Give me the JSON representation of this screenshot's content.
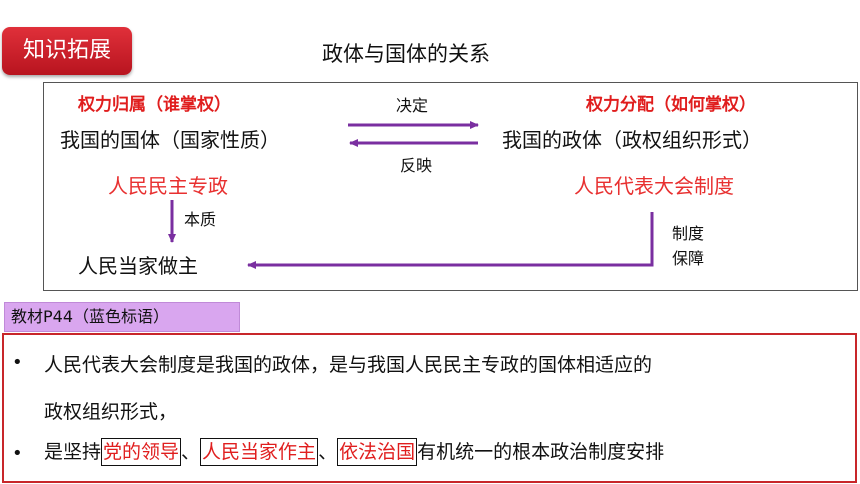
{
  "tag": "知识拓展",
  "title": "政体与国体的关系",
  "diagram": {
    "left_heading": "权力归属（谁掌权）",
    "right_heading": "权力分配（如何掌权）",
    "left_main": "我国的国体（国家性质）",
    "right_main": "我国的政体（政权组织形式）",
    "arrow_top_label": "决定",
    "arrow_bottom_label": "反映",
    "left_sub": "人民民主专政",
    "right_sub": "人民代表大会制度",
    "down_label": "本质",
    "side_label_1": "制度",
    "side_label_2": "保障",
    "bottom": "人民当家做主"
  },
  "source_tag": "教材P44（蓝色标语）",
  "notes": {
    "bullet": "•",
    "line1": "人民代表大会制度是我国的政体，是与我国人民民主专政的国体相适应的",
    "line2": "政权组织形式，",
    "line3_prefix": "是坚持",
    "kw1": "党的领导",
    "sep1": "、",
    "kw2": "人民当家作主",
    "sep2": "、",
    "kw3": "依法治国",
    "line3_suffix": "有机统一的根本政治制度安排"
  },
  "colors": {
    "arrow": "#7a2fa0",
    "red": "#e01e1e",
    "tag_bg": "#c81e28",
    "source_bg": "#d9a6ef"
  }
}
